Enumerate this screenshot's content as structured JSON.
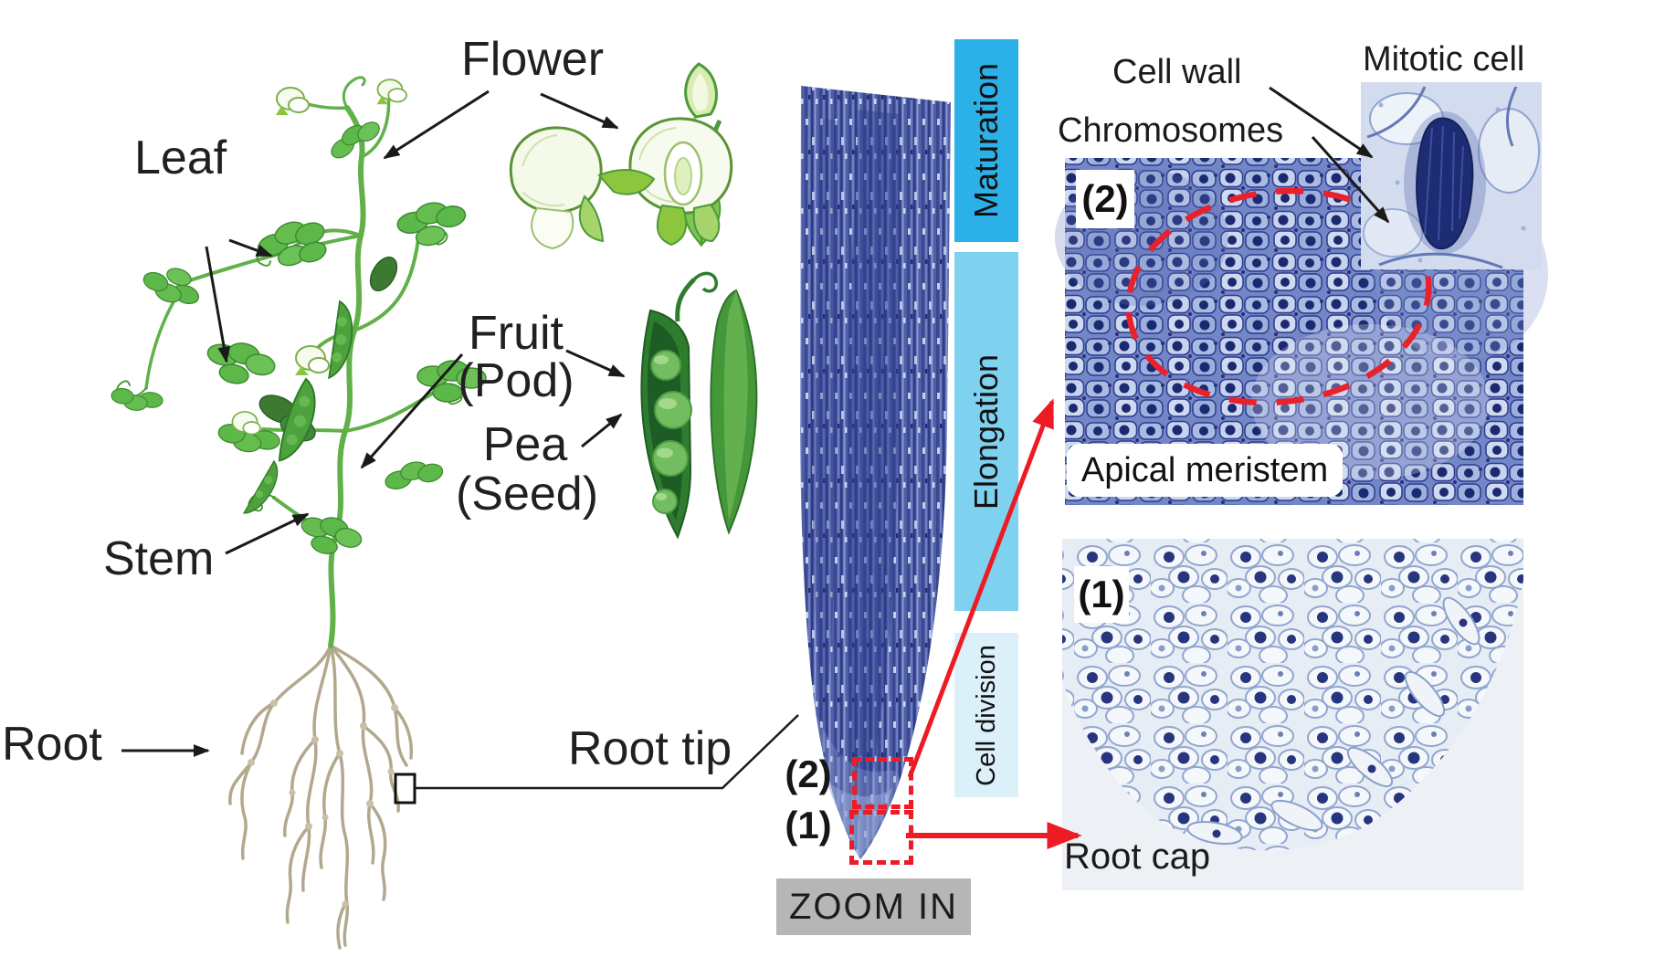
{
  "figure": {
    "plant_labels": {
      "flower": "Flower",
      "leaf": "Leaf",
      "fruit": "Fruit",
      "fruit_sub": "(Pod)",
      "pea": "Pea",
      "pea_sub": "(Seed)",
      "stem": "Stem",
      "root": "Root",
      "root_tip": "Root tip"
    },
    "zones": {
      "maturation": "Maturation",
      "elongation": "Elongation",
      "cell_division": "Cell division"
    },
    "tip_markers": {
      "m2": "(2)",
      "m1": "(1)"
    },
    "zoom_label": "ZOOM IN",
    "panel_meristem": {
      "badge": "(2)",
      "caption": "Apical meristem",
      "cell_wall": "Cell wall",
      "chromosomes": "Chromosomes",
      "mitotic_cell": "Mitotic cell"
    },
    "panel_rootcap": {
      "badge": "(1)",
      "caption": "Root cap"
    },
    "colors": {
      "maturation_bar": "#2CB0E8",
      "elongation_bar": "#7FD1F0",
      "cell_division_bar": "#DCF0FA",
      "highlight_red": "#EC1B24",
      "zoom_box_gray": "#B6B6B6",
      "micrograph_blue": "#3D4E9E",
      "plant_green": "#5CB848"
    }
  }
}
